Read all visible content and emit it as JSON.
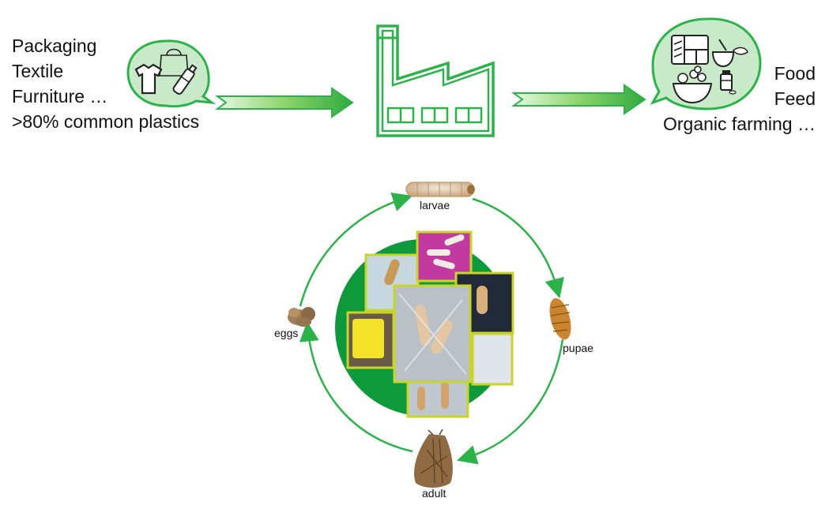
{
  "inputs": {
    "items": [
      "Packaging",
      "Textile",
      "Furniture …",
      ">80% common plastics"
    ],
    "icon": "plastic-items-icon"
  },
  "process": {
    "icon": "factory-icon"
  },
  "outputs": {
    "items": [
      "Food",
      "Feed",
      "Organic farming …"
    ],
    "icon": "food-products-icon"
  },
  "life_cycle": {
    "stages": {
      "larvae": "larvae",
      "pupae": "pupae",
      "adult": "adult",
      "eggs": "eggs"
    }
  },
  "colors": {
    "accent_green": "#2bb34a",
    "light_green": "#c9eac8",
    "lime_frame": "#c8d42a",
    "arrow_gradient_start": "#1e9e3a",
    "arrow_gradient_end": "#b6e07a"
  }
}
